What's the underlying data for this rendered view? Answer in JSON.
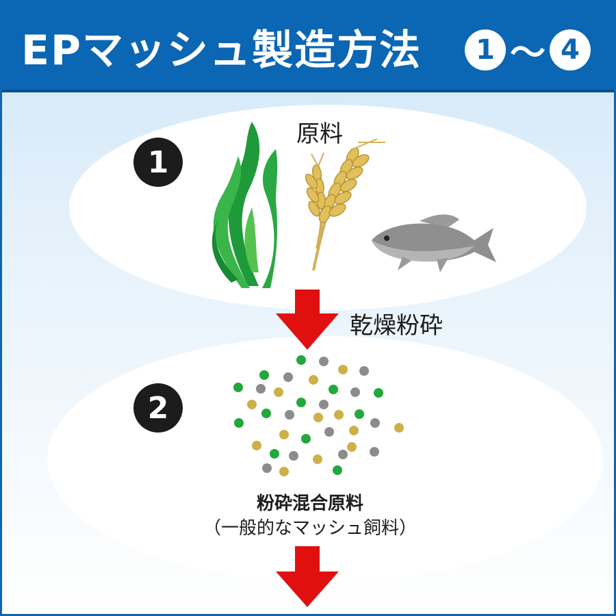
{
  "header": {
    "title": "EPマッシュ製造方法",
    "badge_start": "1",
    "tilde": "〜",
    "badge_end": "4",
    "color": "#0b66b3"
  },
  "step1": {
    "number": "1",
    "label": "原料",
    "icons": [
      "seaweed-icon",
      "wheat-icon",
      "fish-icon"
    ]
  },
  "arrow1": {
    "label": "乾燥粉砕",
    "color": "#e01010"
  },
  "step2": {
    "number": "2",
    "label": "粉砕混合原料",
    "sublabel": "（一般的なマッシュ飼料）",
    "particle_colors": [
      "#22a83c",
      "#8c8c8c",
      "#cdb04a"
    ]
  }
}
